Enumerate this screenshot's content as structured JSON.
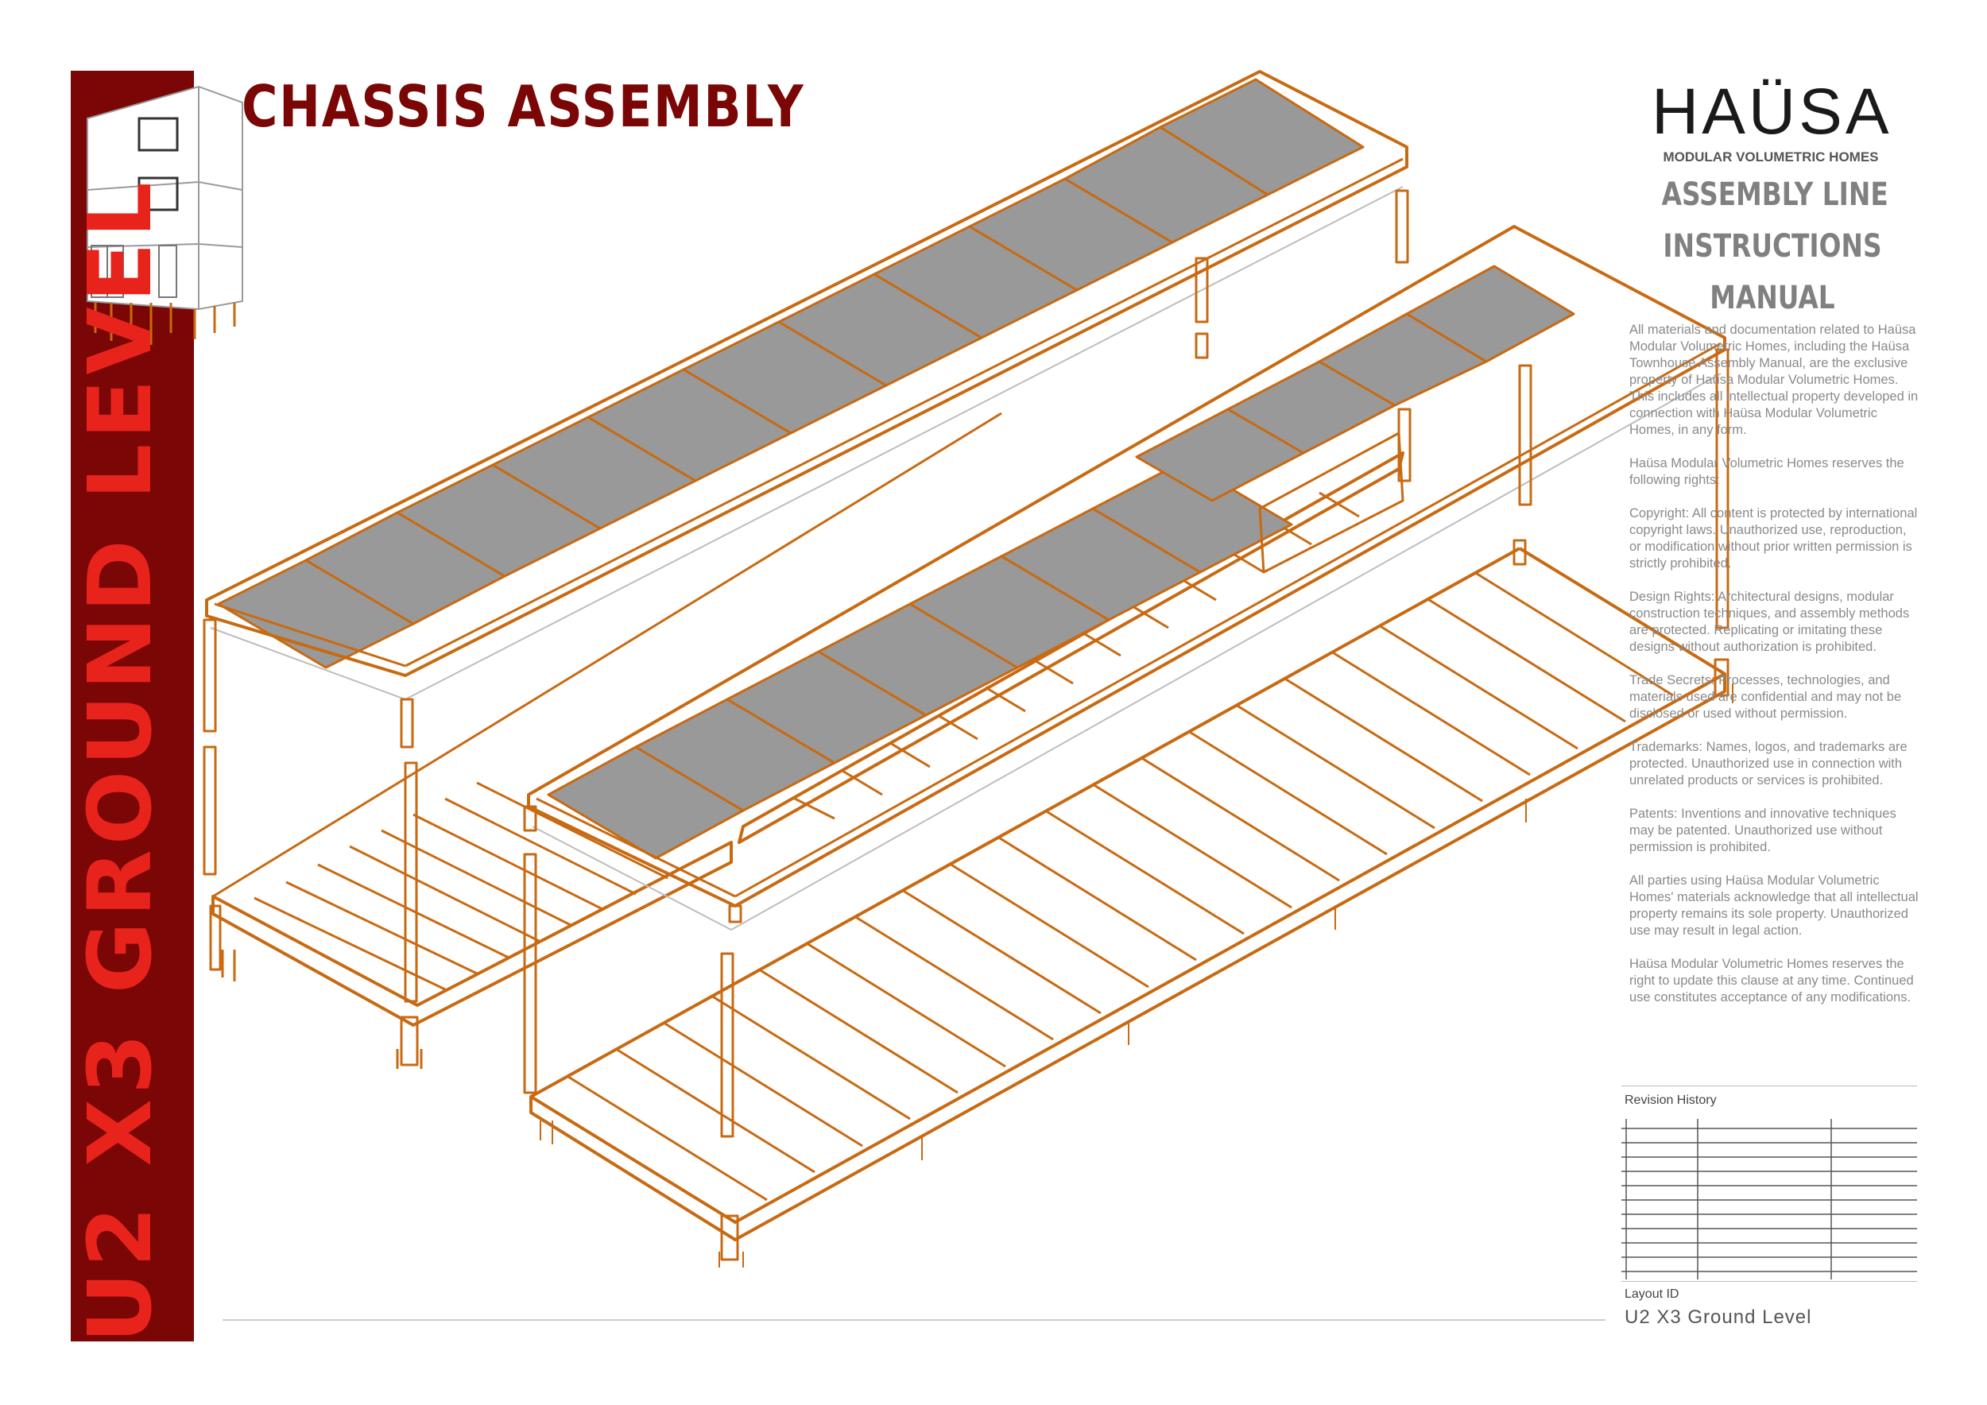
{
  "document": {
    "title": "CHASSIS ASSEMBLY",
    "side_title": "U2 X3 GROUND LEVEL"
  },
  "brand": {
    "wordmark": "HAÜSA",
    "tagline": "MODULAR VOLUMETRIC HOMES",
    "manual_title": [
      "ASSEMBLY LINE",
      "INSTRUCTIONS",
      "MANUAL"
    ]
  },
  "legal": [
    "All materials and documentation related to Haüsa Modular Volumetric Homes, including the Haüsa Townhouse Assembly Manual, are the exclusive property of Haüsa Modular Volumetric Homes. This includes all intellectual property developed in connection with Haüsa Modular Volumetric Homes, in any form.",
    "Haüsa Modular Volumetric Homes reserves the following rights:",
    "Copyright: All content is protected by international copyright laws. Unauthorized use, reproduction, or modification without prior written permission is strictly prohibited.",
    "Design Rights: Architectural designs, modular construction techniques, and assembly methods are protected. Replicating or imitating these designs without authorization is prohibited.",
    "Trade Secrets: Processes, technologies, and materials used are confidential and may not be disclosed or used without permission.",
    "Trademarks: Names, logos, and trademarks are protected. Unauthorized use in connection with unrelated products or services is prohibited.",
    "Patents: Inventions and innovative techniques may be patented. Unauthorized use without permission is prohibited.",
    "All parties using Haüsa Modular Volumetric Homes' materials acknowledge that all intellectual property remains its sole property. Unauthorized use may result in legal action.",
    "Haüsa Modular Volumetric Homes reserves the right to update this clause at any time. Continued use constitutes acceptance of any modifications."
  ],
  "revision_history": {
    "label": "Revision History"
  },
  "layout": {
    "label": "Layout ID",
    "value": "U2 X3 Ground Level"
  },
  "colors": {
    "accent_dark_red": "#7a0606",
    "accent_red": "#e8231c",
    "frame_orange": "#c86a12",
    "panel_gray": "#999999"
  }
}
